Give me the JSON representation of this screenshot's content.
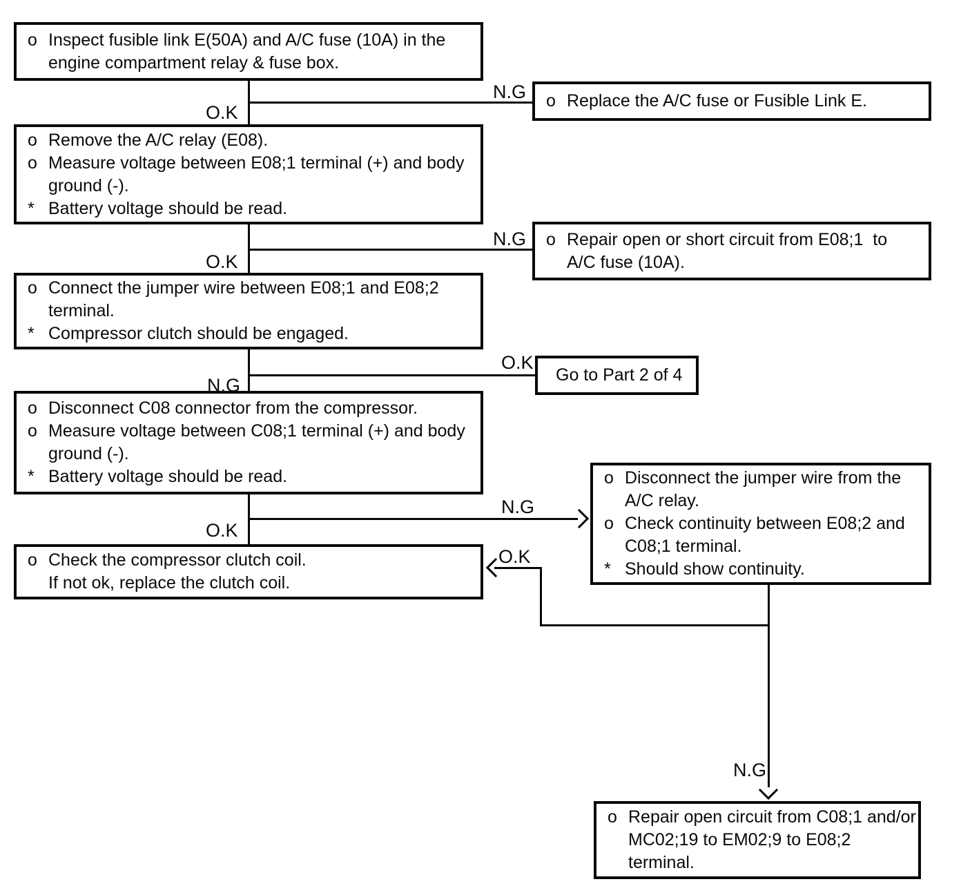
{
  "labels": {
    "ok": "O.K",
    "ng": "N.G"
  },
  "boxes": {
    "inspect_fuse": {
      "items": [
        {
          "bullet": "o",
          "text": "Inspect fusible link E(50A) and A/C fuse (10A) in the\nengine compartment relay & fuse box."
        }
      ]
    },
    "replace_fuse": {
      "items": [
        {
          "bullet": "o",
          "text": "Replace the A/C fuse or Fusible Link E."
        }
      ]
    },
    "remove_relay": {
      "items": [
        {
          "bullet": "o",
          "text": "Remove the A/C relay (E08)."
        },
        {
          "bullet": "o",
          "text": "Measure voltage between E08;1 terminal (+) and body\nground (-)."
        },
        {
          "bullet": "*",
          "text": "Battery voltage should be read."
        }
      ]
    },
    "repair_e08_fuse": {
      "items": [
        {
          "bullet": "o",
          "text": "Repair open or short circuit from E08;1  to\nA/C fuse (10A)."
        }
      ]
    },
    "jumper_wire": {
      "items": [
        {
          "bullet": "o",
          "text": "Connect the jumper wire between E08;1 and E08;2\nterminal."
        },
        {
          "bullet": "*",
          "text": "Compressor clutch should be engaged."
        }
      ]
    },
    "goto_part2": {
      "items": [
        {
          "bullet": "",
          "text": "Go to Part 2 of 4"
        }
      ]
    },
    "disconnect_c08": {
      "items": [
        {
          "bullet": "o",
          "text": "Disconnect C08 connector from the compressor."
        },
        {
          "bullet": "o",
          "text": "Measure voltage between C08;1 terminal (+) and body\nground (-)."
        },
        {
          "bullet": "*",
          "text": "Battery voltage should be read."
        }
      ]
    },
    "check_continuity": {
      "items": [
        {
          "bullet": "o",
          "text": "Disconnect the jumper wire from the\nA/C relay."
        },
        {
          "bullet": "o",
          "text": "Check continuity between E08;2 and\nC08;1 terminal."
        },
        {
          "bullet": "*",
          "text": "Should show continuity."
        }
      ]
    },
    "check_clutch_coil": {
      "items": [
        {
          "bullet": "o",
          "text": "Check the compressor clutch coil.\nIf not ok, replace the clutch coil."
        }
      ]
    },
    "repair_open_circuit": {
      "items": [
        {
          "bullet": "o",
          "text": "Repair open circuit from C08;1 and/or\nMC02;19 to EM02;9 to E08;2\nterminal."
        }
      ]
    }
  }
}
